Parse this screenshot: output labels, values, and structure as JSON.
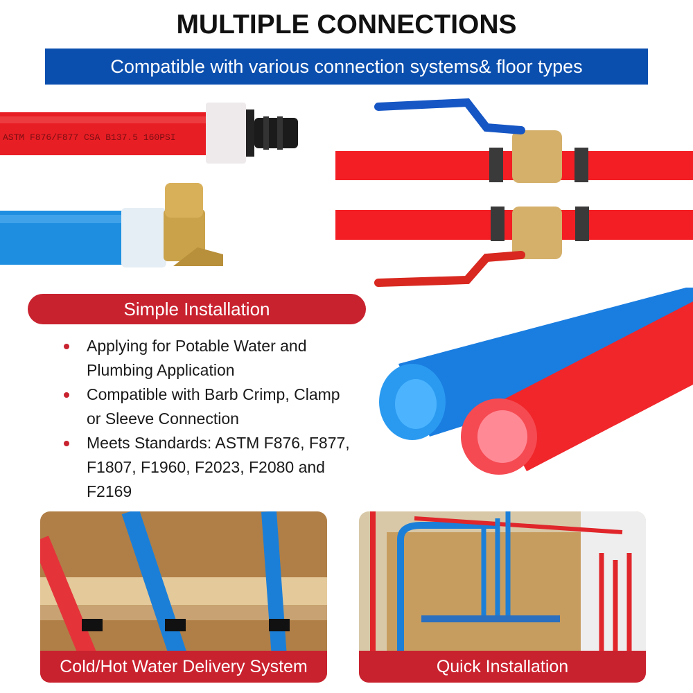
{
  "header": {
    "title": "MULTIPLE CONNECTIONS",
    "subtitle": "Compatible with various connection systems& floor types"
  },
  "pipe_marking": "ASTM F876/F877  CSA B137.5 160PSI",
  "section": {
    "label": "Simple Installation",
    "bullets": [
      "Applying for Potable Water and Plumbing Application",
      "Compatible with Barb Crimp, Clamp or Sleeve Connection",
      "Meets Standards: ASTM F876, F877, F1807, F1960, F2023, F2080 and F2169"
    ]
  },
  "photos": [
    {
      "caption": "Cold/Hot Water Delivery System"
    },
    {
      "caption": "Quick Installation"
    }
  ],
  "colors": {
    "blue_banner": "#0b4fae",
    "red_accent": "#c9222f",
    "pipe_red": "#ee1c25",
    "pipe_blue": "#1e8fe0"
  }
}
